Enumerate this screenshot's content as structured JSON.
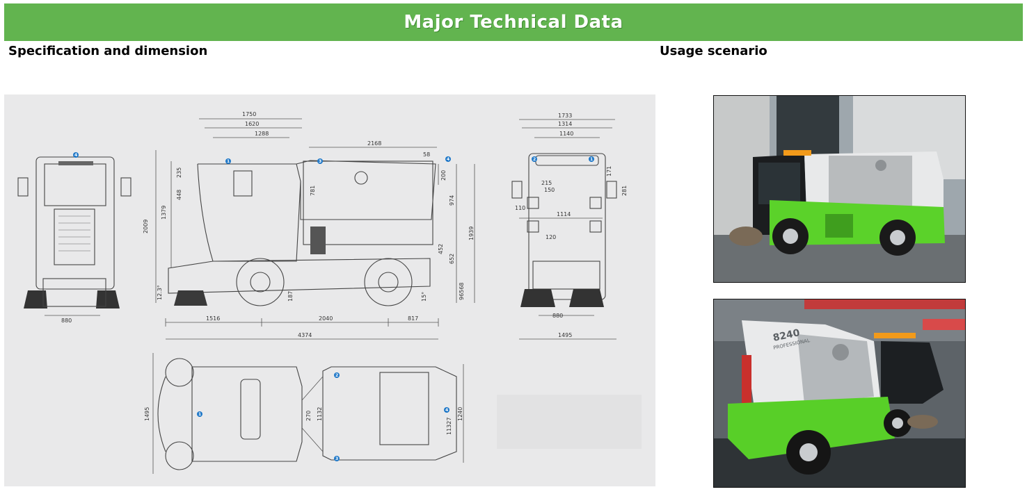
{
  "banner": {
    "title": "Major Technical Data",
    "bg_color": "#62b44f"
  },
  "sections": {
    "spec_title": "Specification and dimension",
    "usage_title": "Usage scenario"
  },
  "drawing": {
    "front": {
      "width_label": "880"
    },
    "side": {
      "top_dims": [
        "1750",
        "1620",
        "1288"
      ],
      "upper_length": "2168",
      "upper_right": "58",
      "left_verticals": [
        "2009",
        "1379"
      ],
      "left_small": [
        "235",
        "448"
      ],
      "cab_height": "781",
      "right_verticals": [
        "200",
        "974",
        "1939"
      ],
      "right_lower": [
        "452",
        "652",
        "96568"
      ],
      "ground_dims": [
        "12.3°",
        "187",
        "15°"
      ],
      "bottom_dims": [
        "1516",
        "2040",
        "817"
      ],
      "total_length": "4374"
    },
    "rear": {
      "top_dims": [
        "1733",
        "1314",
        "1140"
      ],
      "side_dims": [
        "171",
        "281"
      ],
      "mid_dims": [
        "215",
        "150",
        "110",
        "1114",
        "120"
      ],
      "width_label": "880",
      "bottom_width": "1495"
    },
    "plan": {
      "left_vertical": "1495",
      "mid_dims": [
        "270",
        "1132"
      ],
      "right_dims": [
        "11327",
        "1240"
      ]
    },
    "badges": [
      "1",
      "2",
      "3",
      "4"
    ]
  },
  "photos": [
    {
      "alt": "street-sweeper-outdoor-photo"
    },
    {
      "alt": "street-sweeper-indoor-photo",
      "model": "8240",
      "sub": "PROFESSIONAL"
    }
  ]
}
